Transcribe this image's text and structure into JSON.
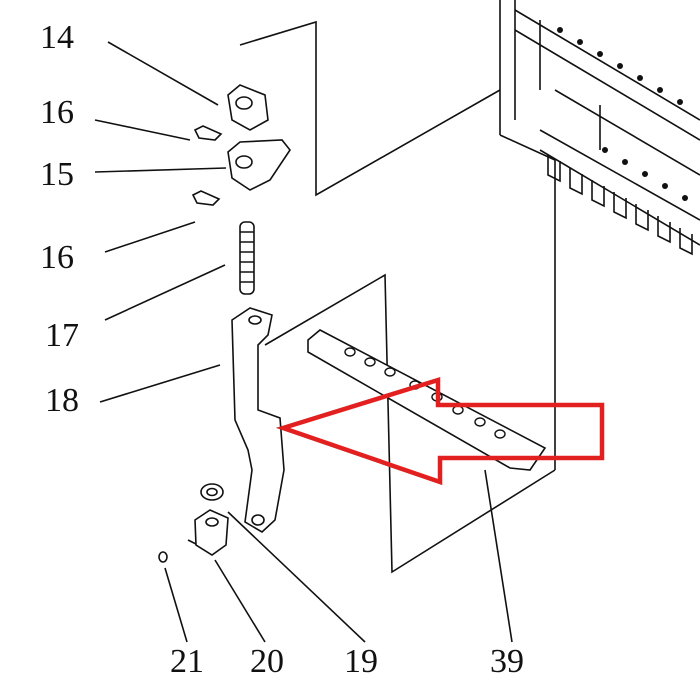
{
  "diagram": {
    "labels": [
      {
        "id": "14",
        "text": "14"
      },
      {
        "id": "16a",
        "text": "16"
      },
      {
        "id": "15",
        "text": "15"
      },
      {
        "id": "16b",
        "text": "16"
      },
      {
        "id": "17",
        "text": "17"
      },
      {
        "id": "18",
        "text": "18"
      },
      {
        "id": "21",
        "text": "21"
      },
      {
        "id": "20",
        "text": "20"
      },
      {
        "id": "19",
        "text": "19"
      },
      {
        "id": "39",
        "text": "39"
      }
    ],
    "highlight_color": "#e32020"
  }
}
